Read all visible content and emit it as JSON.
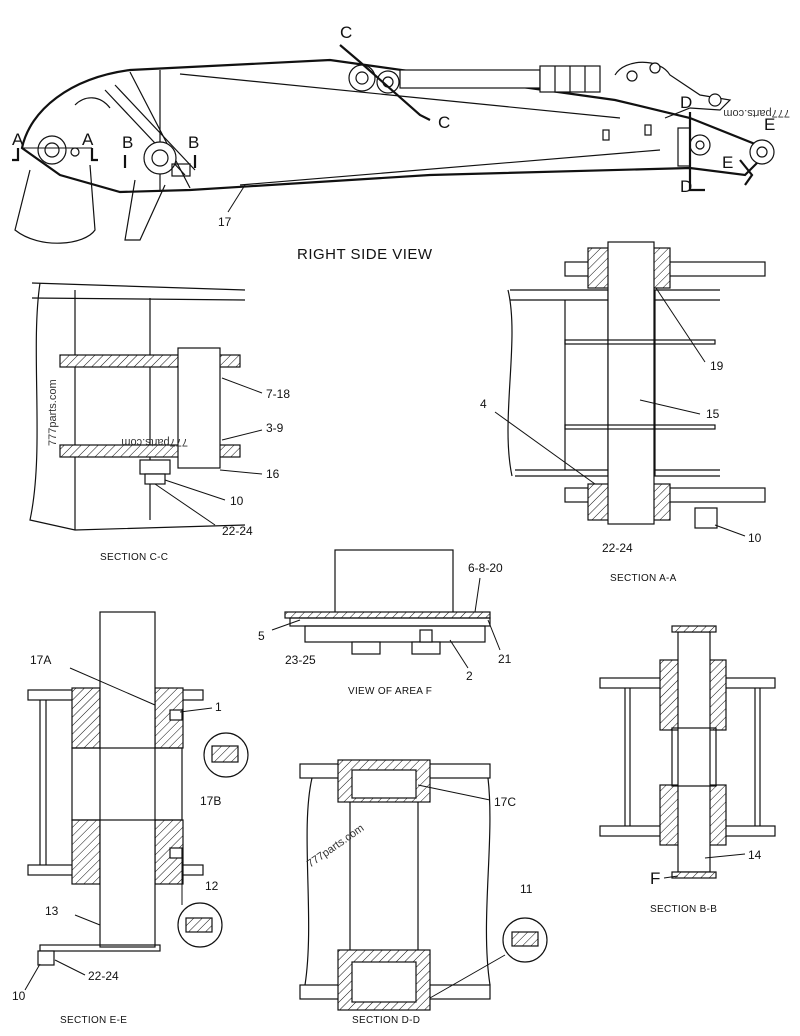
{
  "views": {
    "right_side": "RIGHT SIDE VIEW",
    "section_cc": "SECTION C-C",
    "section_aa": "SECTION A-A",
    "area_f": "VIEW OF AREA F",
    "section_bb": "SECTION B-B",
    "section_ee": "SECTION E-E",
    "section_dd": "SECTION D-D"
  },
  "markers": {
    "a": "A",
    "b": "B",
    "c": "C",
    "d": "D",
    "e": "E",
    "f": "F"
  },
  "callouts": {
    "c17": "17",
    "c7_18": "7-18",
    "c3_9": "3-9",
    "c16": "16",
    "c10": "10",
    "c22_24": "22-24",
    "c19": "19",
    "c15": "15",
    "c4": "4",
    "c6_8_20": "6-8-20",
    "c5": "5",
    "c23_25": "23-25",
    "c2": "2",
    "c21": "21",
    "c17A": "17A",
    "c1": "1",
    "c17B": "17B",
    "c12": "12",
    "c13": "13",
    "c17C": "17C",
    "c11": "11",
    "c14": "14"
  },
  "watermarks": {
    "top": "777parts.com",
    "side": "777parts.com",
    "section": "777parts.com"
  }
}
